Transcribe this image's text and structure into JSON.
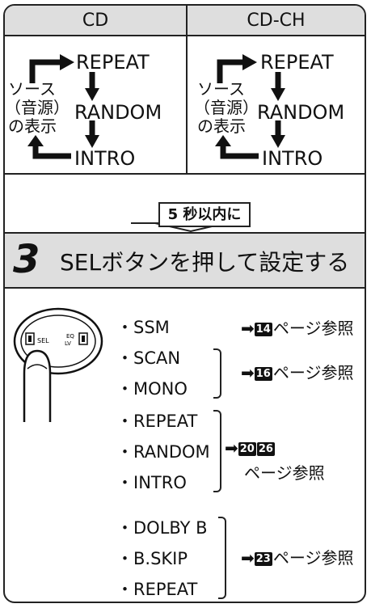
{
  "columns": [
    {
      "header": "CD",
      "flow": {
        "top": "REPEAT",
        "middle": "RANDOM",
        "bottom": "INTRO",
        "side_label": [
          "ソース",
          "（音源）",
          "の表示"
        ]
      }
    },
    {
      "header": "CD-CH",
      "flow": {
        "top": "REPEAT",
        "middle": "RANDOM",
        "bottom": "INTRO",
        "side_label": [
          "ソース",
          "（音源）",
          "の表示"
        ]
      }
    }
  ],
  "within_note": "5 秒以内に",
  "step": {
    "number": "3",
    "text": "SELボタンを押して設定する"
  },
  "device": {
    "sel_label": "SEL",
    "eq_label": "EQ",
    "lv_label": "LV"
  },
  "groups": [
    {
      "items": [
        "・SSM"
      ],
      "pages": [
        "14"
      ],
      "ref_suffix": "ページ参照"
    },
    {
      "items": [
        "・SCAN",
        "・MONO"
      ],
      "pages": [
        "16"
      ],
      "ref_suffix": "ページ参照"
    },
    {
      "items": [
        "・REPEAT",
        "・RANDOM",
        "・INTRO"
      ],
      "pages": [
        "20",
        "26"
      ],
      "ref_suffix": "ページ参照"
    },
    {
      "items": [
        "・DOLBY B",
        "・B.SKIP",
        "・REPEAT"
      ],
      "pages": [
        "23"
      ],
      "ref_suffix": "ページ参照"
    }
  ],
  "arrow_glyph": "➡"
}
